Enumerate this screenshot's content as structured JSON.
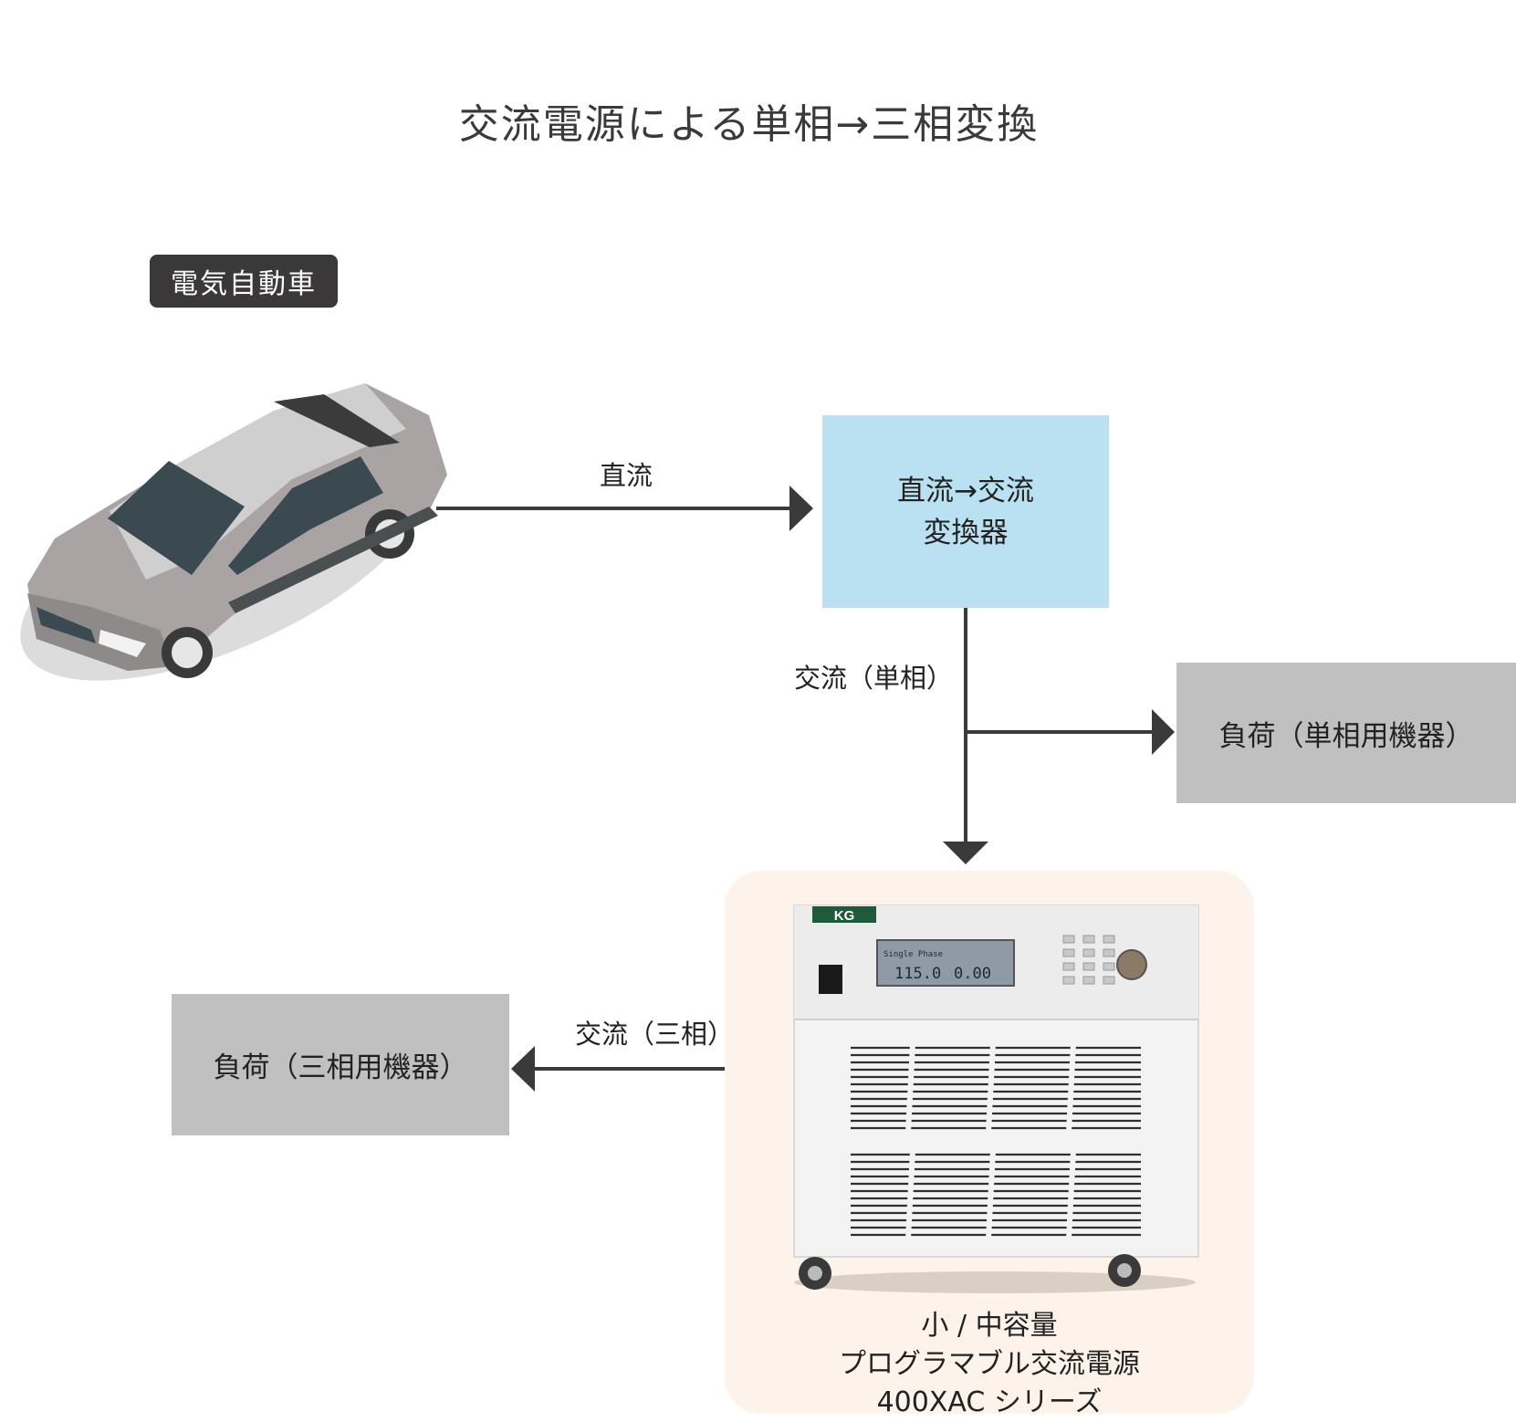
{
  "title": "交流電源による単相→三相変換",
  "vehicle": {
    "tag": "電気自動車"
  },
  "edges": {
    "dc_label": "直流",
    "ac_single_label": "交流（単相）",
    "ac_three_label": "交流（三相）"
  },
  "converter": {
    "line1": "直流→交流",
    "line2": "変換器"
  },
  "loads": {
    "single_phase": "負荷（単相用機器）",
    "three_phase": "負荷（三相用機器）"
  },
  "power_source": {
    "brand": "KG",
    "display_line1": "Single Phase",
    "display_voltage": "115.0",
    "display_current": "0.00",
    "caption_line1": "小 / 中容量",
    "caption_line2": "プログラマブル交流電源",
    "caption_line3": "400XAC シリーズ"
  },
  "colors": {
    "arrow": "#3a3a3a",
    "converter_fill": "#b9e1f1",
    "load_fill": "#c0c0c0",
    "psu_background": "#fdf3ea",
    "tag_fill": "#3a3838"
  }
}
